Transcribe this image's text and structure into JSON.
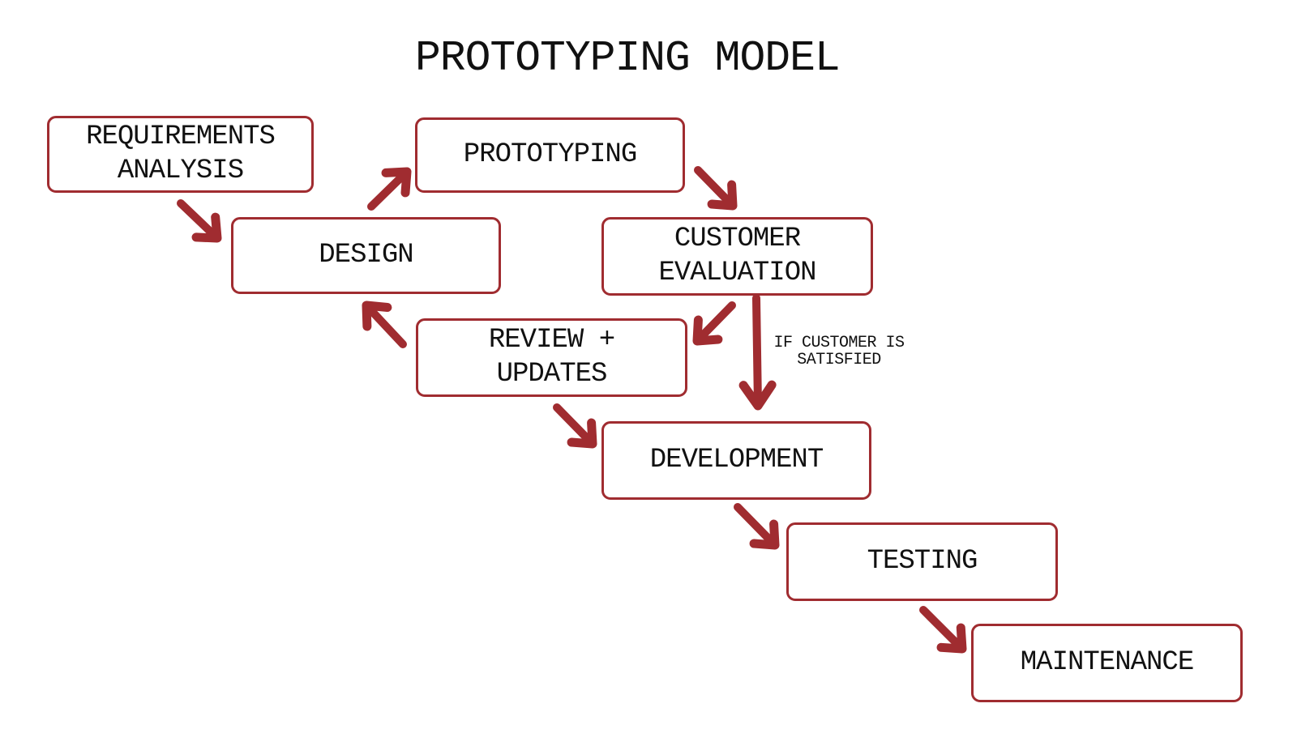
{
  "title": "PROTOTYPING MODEL",
  "diagram": {
    "type": "flowchart",
    "nodes": [
      {
        "id": "requirements-analysis",
        "label": "REQUIREMENTS\nANALYSIS"
      },
      {
        "id": "prototyping",
        "label": "PROTOTYPING"
      },
      {
        "id": "design",
        "label": "DESIGN"
      },
      {
        "id": "customer-evaluation",
        "label": "CUSTOMER\nEVALUATION"
      },
      {
        "id": "review-updates",
        "label": "REVIEW +\nUPDATES"
      },
      {
        "id": "development",
        "label": "DEVELOPMENT"
      },
      {
        "id": "testing",
        "label": "TESTING"
      },
      {
        "id": "maintenance",
        "label": "MAINTENANCE"
      }
    ],
    "edges": [
      {
        "from": "requirements-analysis",
        "to": "design",
        "label": ""
      },
      {
        "from": "design",
        "to": "prototyping",
        "label": ""
      },
      {
        "from": "prototyping",
        "to": "customer-evaluation",
        "label": ""
      },
      {
        "from": "customer-evaluation",
        "to": "review-updates",
        "label": ""
      },
      {
        "from": "customer-evaluation",
        "to": "development",
        "label": "IF CUSTOMER IS\nSATISFIED"
      },
      {
        "from": "review-updates",
        "to": "design",
        "label": ""
      },
      {
        "from": "review-updates",
        "to": "development",
        "label": ""
      },
      {
        "from": "development",
        "to": "testing",
        "label": ""
      },
      {
        "from": "testing",
        "to": "maintenance",
        "label": ""
      }
    ],
    "colors": {
      "accent": "#A02C30",
      "box_border": "#A02C30",
      "box_fill": "#FFFFFF",
      "text": "#111111",
      "background": "#FFFFFF"
    }
  }
}
